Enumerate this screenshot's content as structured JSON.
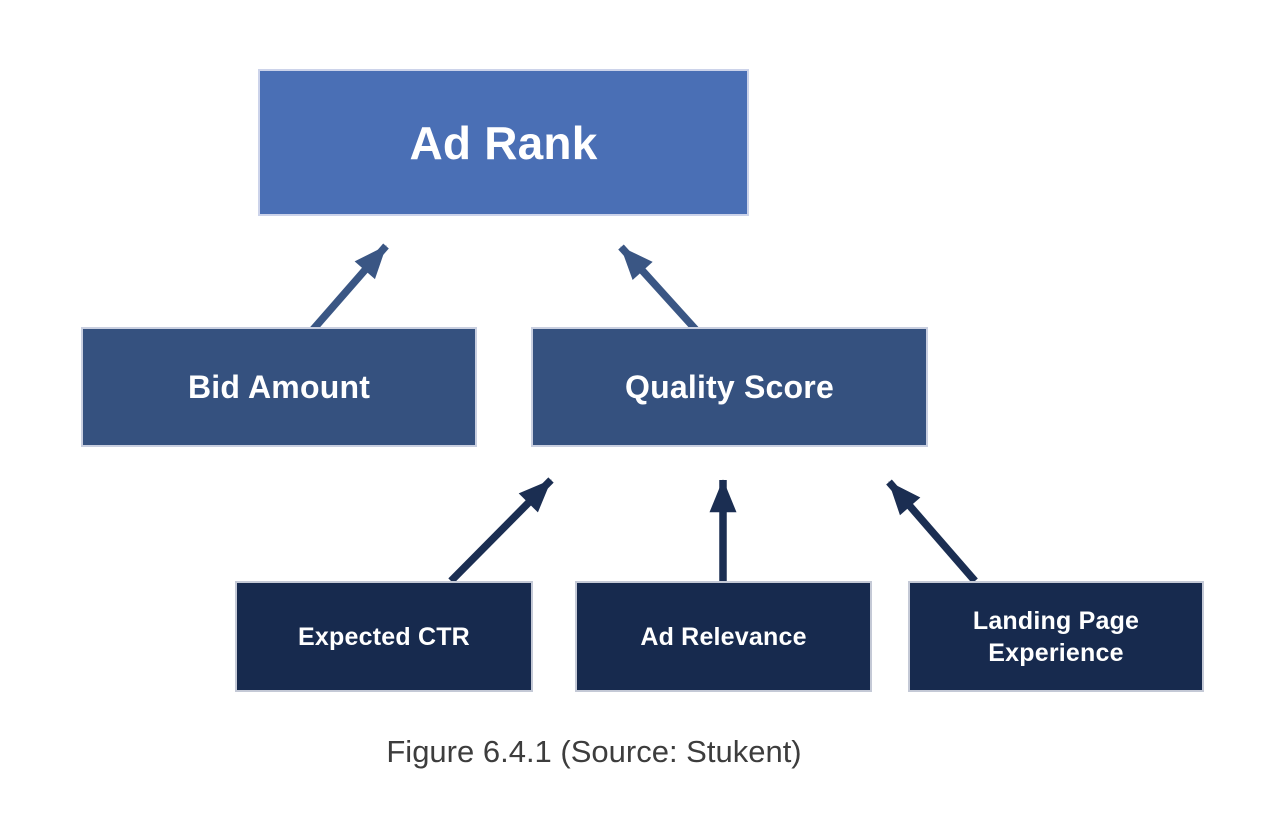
{
  "figure": {
    "caption": "Figure 6.4.1 (Source: Stukent)"
  },
  "diagram": {
    "type": "hierarchy",
    "nodes": {
      "ad_rank": {
        "label": "Ad Rank",
        "level": 1
      },
      "bid_amount": {
        "label": "Bid Amount",
        "level": 2
      },
      "quality_score": {
        "label": "Quality Score",
        "level": 2
      },
      "expected_ctr": {
        "label": "Expected CTR",
        "level": 3
      },
      "ad_relevance": {
        "label": "Ad Relevance",
        "level": 3
      },
      "landing_page_experience": {
        "label": "Landing Page Experience",
        "level": 3
      }
    },
    "edges": [
      {
        "from": "bid_amount",
        "to": "ad_rank"
      },
      {
        "from": "quality_score",
        "to": "ad_rank"
      },
      {
        "from": "expected_ctr",
        "to": "quality_score"
      },
      {
        "from": "ad_relevance",
        "to": "quality_score"
      },
      {
        "from": "landing_page_experience",
        "to": "quality_score"
      }
    ]
  },
  "colors": {
    "level1_fill": "#4a6fb5",
    "level1_border": "#ccd3ea",
    "level2_fill": "#35517f",
    "level2_border": "#c9cfe0",
    "level3_fill": "#172a4e",
    "level3_border": "#c4c9d6",
    "arrow_upper": "#3a5684",
    "arrow_lower": "#1b2e52",
    "text": "#ffffff",
    "caption": "#3d3d3d",
    "background": "#ffffff"
  }
}
